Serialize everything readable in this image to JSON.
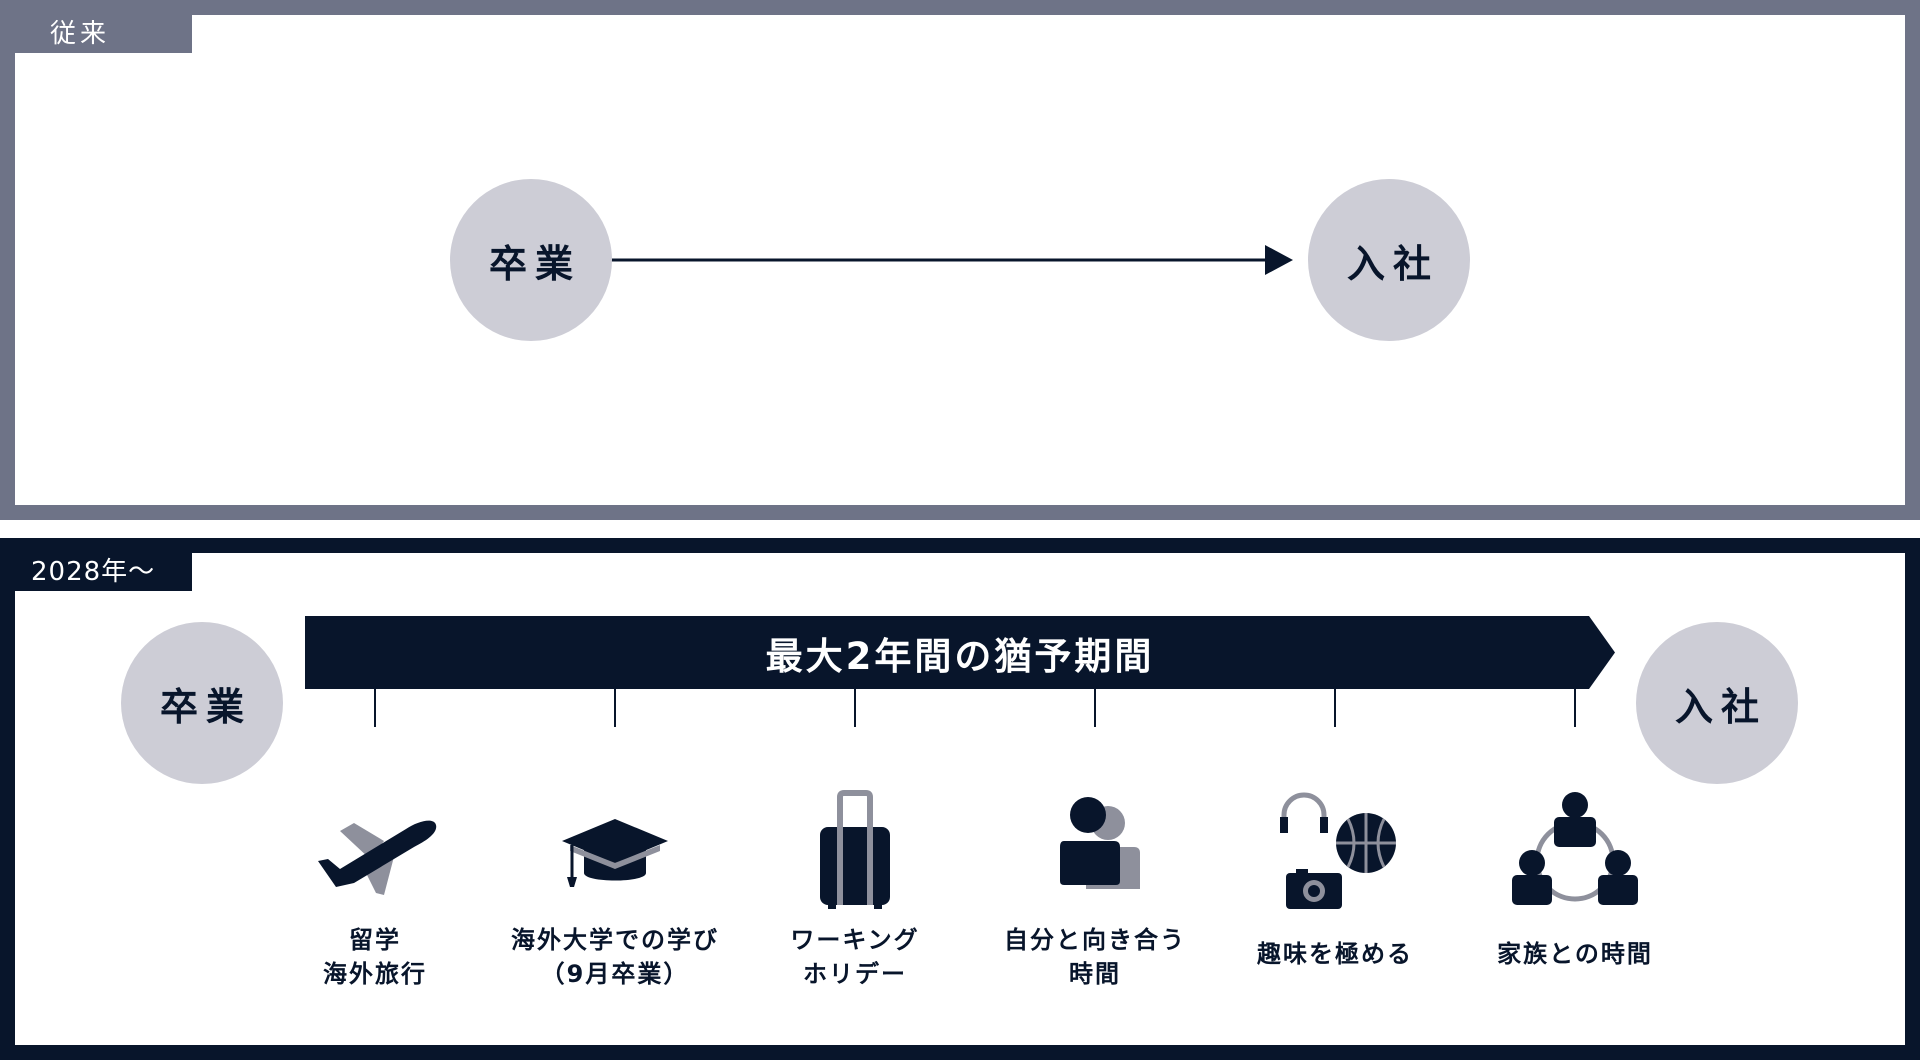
{
  "colors": {
    "navy": "#08152b",
    "slate": "#6e7387",
    "circle_gray": "#cdcdd6",
    "icon_gray": "#8e909c"
  },
  "legacy": {
    "tag": "従来",
    "start": "卒業",
    "end": "入社"
  },
  "new_flow": {
    "tag": "2028年〜",
    "start": "卒業",
    "end": "入社",
    "banner": "最大2年間の猶予期間",
    "items": [
      {
        "icon": "airplane-icon",
        "lines": [
          "留学",
          "海外旅行"
        ]
      },
      {
        "icon": "graduation-cap-icon",
        "lines": [
          "海外大学での学び",
          "（9月卒業）"
        ]
      },
      {
        "icon": "suitcase-icon",
        "lines": [
          "ワーキング",
          "ホリデー"
        ]
      },
      {
        "icon": "self-reflection-icon",
        "lines": [
          "自分と向き合う",
          "時間"
        ]
      },
      {
        "icon": "hobby-icon",
        "lines": [
          "趣味を極める"
        ]
      },
      {
        "icon": "family-icon",
        "lines": [
          "家族との時間"
        ]
      }
    ]
  }
}
